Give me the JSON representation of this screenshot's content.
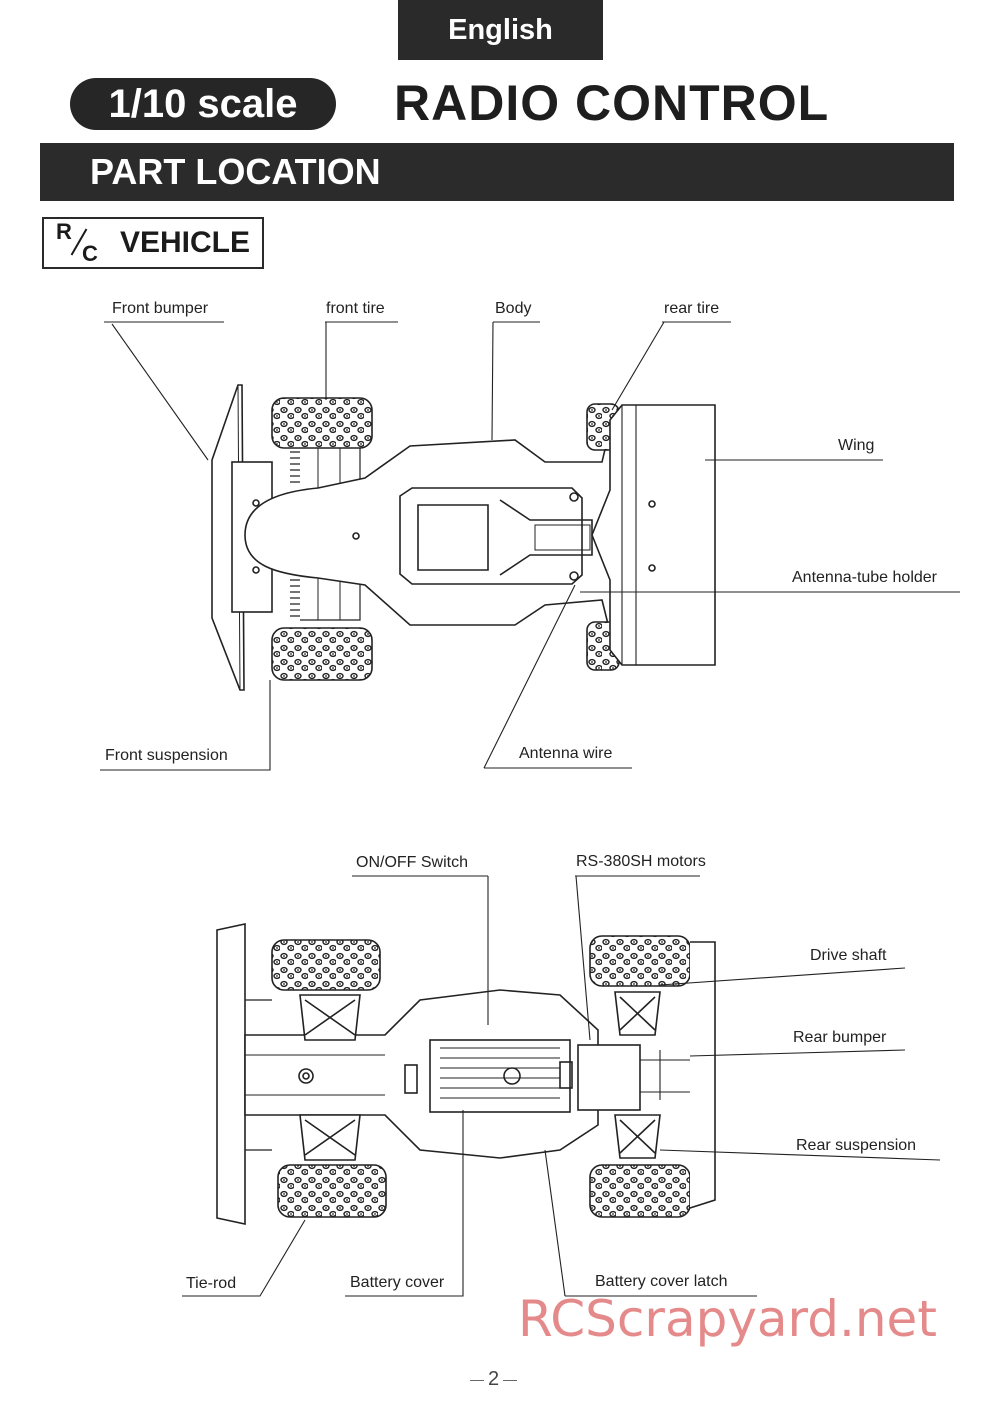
{
  "header": {
    "language": "English",
    "scale": "1/10 scale",
    "title": "RADIO CONTROL"
  },
  "section": {
    "title": "PART LOCATION",
    "subsection": {
      "superscript": "R",
      "subscript": "C",
      "text": "VEHICLE"
    }
  },
  "top_view_labels": {
    "front_bumper": "Front bumper",
    "front_tire": "front tire",
    "body": "Body",
    "rear_tire": "rear tire",
    "wing": "Wing",
    "antenna_tube_holder": "Antenna-tube holder",
    "front_suspension": "Front suspension",
    "antenna_wire": "Antenna wire"
  },
  "bottom_view_labels": {
    "on_off_switch": "ON/OFF Switch",
    "motors": "RS-380SH motors",
    "drive_shaft": "Drive shaft",
    "rear_bumper": "Rear bumper",
    "rear_suspension": "Rear suspension",
    "tie_rod": "Tie-rod",
    "battery_cover": "Battery cover",
    "battery_cover_latch": "Battery cover latch"
  },
  "watermark": "RCScrapyard.net",
  "page_number": "2"
}
